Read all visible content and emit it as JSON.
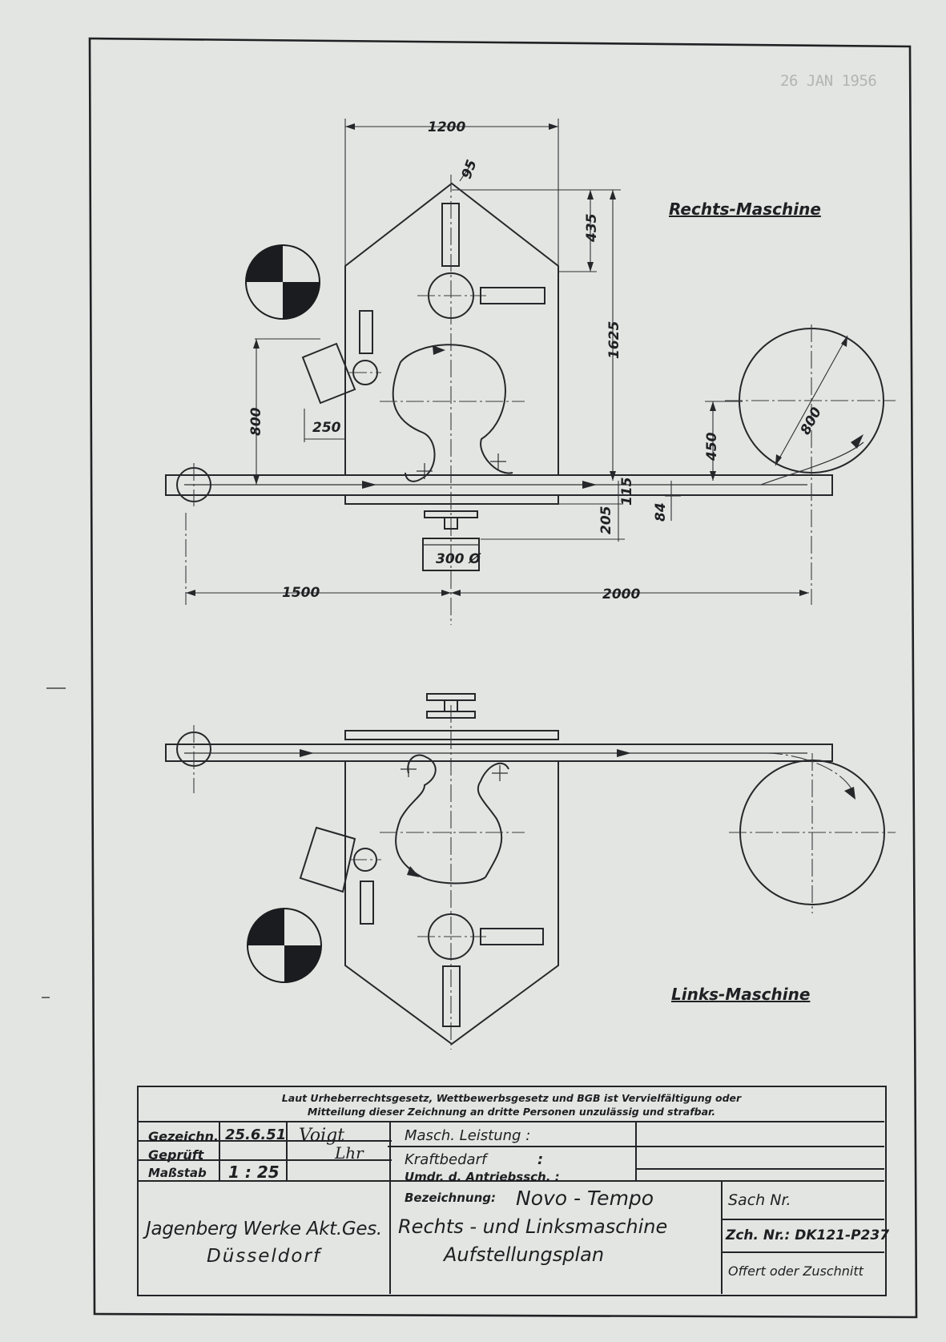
{
  "stamp_date": "26 JAN 1956",
  "drawing": {
    "top_title": "Rechts-Maschine",
    "bottom_title": "Links-Maschine",
    "dimensions": {
      "d1200": "1200",
      "d95": "95",
      "d435": "435",
      "d1625": "1625",
      "d800_left": "800",
      "d250": "250",
      "d450": "450",
      "d800_roll": "800",
      "d115": "115",
      "d205": "205",
      "d84": "84",
      "d300": "300 Ø",
      "d1500": "1500",
      "d2000": "2000"
    }
  },
  "title_block": {
    "notice_line1": "Laut Urheberrechtsgesetz, Wettbewerbsgesetz und BGB ist Vervielfältigung oder",
    "notice_line2": "Mitteilung dieser Zeichnung an dritte Personen unzulässig und strafbar.",
    "gezeichn_label": "Gezeichn.",
    "gezeichn_date": "25.6.51",
    "geprueft_label": "Geprüft",
    "massstab_label": "Maßstab",
    "massstab_value": "1 : 25",
    "signature_1": "Voigt",
    "signature_2": "Lhr",
    "masch_leistung": "Masch. Leistung :",
    "kraftbedarf": "Kraftbedarf",
    "kraftbedarf_colon": ":",
    "umdr": "Umdr. d. Antriebssch. :",
    "company_line1": "Jagenberg Werke Akt.Ges.",
    "company_line2": "Düsseldorf",
    "bezeichnung_label": "Bezeichnung:",
    "bezeichnung_name": "Novo - Tempo",
    "bezeichnung_line2": "Rechts - und Linksmaschine",
    "bezeichnung_line3": "Aufstellungsplan",
    "sach_nr": "Sach Nr.",
    "zch_nr": "Zch. Nr.: DK121-P237",
    "offert": "Offert oder Zuschnitt"
  }
}
